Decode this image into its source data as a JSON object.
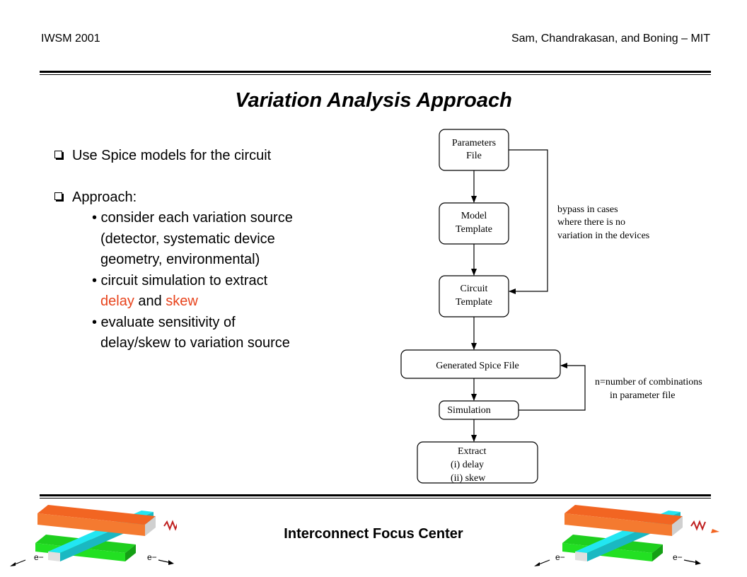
{
  "header": {
    "left": "IWSM 2001",
    "right": "Sam, Chandrakasan, and Boning – MIT"
  },
  "title": "Variation Analysis Approach",
  "bullets": {
    "b1": "Use Spice models for the circuit",
    "b2": "Approach:",
    "s1": "• consider each variation source",
    "s1c1": "(detector, systematic device",
    "s1c2": "geometry, environmental)",
    "s2": "• circuit simulation to extract",
    "s2c_delay": "delay",
    "s2c_and": " and ",
    "s2c_skew": "skew",
    "s3": "• evaluate sensitivity of",
    "s3c": "delay/skew to variation source"
  },
  "flowchart": {
    "params_l1": "Parameters",
    "params_l2": "File",
    "model_l1": "Model",
    "model_l2": "Template",
    "circuit_l1": "Circuit",
    "circuit_l2": "Template",
    "generated": "Generated Spice File",
    "simulation": "Simulation",
    "extract_l1": "Extract",
    "extract_l2": "(i) delay",
    "extract_l3": "(ii) skew",
    "bypass_l1": "bypass in cases",
    "bypass_l2": "where there is no",
    "bypass_l3": "variation in the devices",
    "loop_l1": "n=number of combinations",
    "loop_l2": "in parameter file"
  },
  "footer": {
    "center": "Interconnect Focus Center"
  },
  "logo": {
    "electron_label": "e−"
  },
  "colors": {
    "accent_red": "#e8431c",
    "wire_orange": "#f26522",
    "wire_cyan": "#22e6f2",
    "wire_green": "#22d622"
  }
}
